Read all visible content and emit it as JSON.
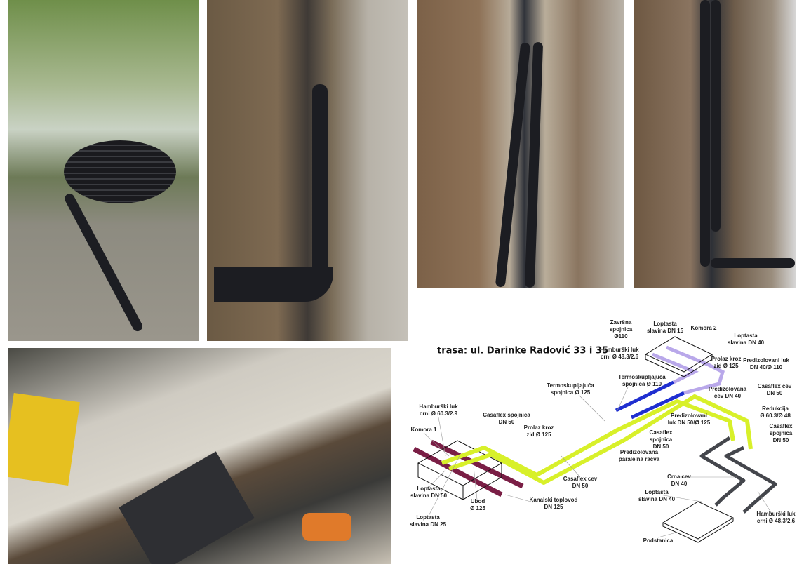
{
  "photos": [
    {
      "name": "worker-unrolling-pipe-coil"
    },
    {
      "name": "pipes-in-trench"
    },
    {
      "name": "trench-with-two-pipes"
    },
    {
      "name": "pipe-connection-in-trench"
    },
    {
      "name": "tools-at-work-site"
    }
  ],
  "diagram": {
    "title": "trasa: ul. Darinke Radović 33 i 35",
    "colors": {
      "casaflex": "#d8f02a",
      "predizolovana": "#1f2fd0",
      "crna": "#44464c",
      "kanalski": "#7a1e45",
      "komora2": "#b9a8ea"
    },
    "labels": [
      {
        "l1": "Završna",
        "l2": "spojnica",
        "l3": "Ø110"
      },
      {
        "l1": "Loptasta",
        "l2": "slavina DN 15"
      },
      {
        "l1": "Komora 2"
      },
      {
        "l1": "Loptasta",
        "l2": "slavina DN 40"
      },
      {
        "l1": "Hamburški luk",
        "l2": "crni Ø 48.3/2.6"
      },
      {
        "l1": "Prolaz kroz",
        "l2": "zid Ø 125"
      },
      {
        "l1": "Predizolovani luk",
        "l2": "DN 40/Ø 110"
      },
      {
        "l1": "Termoskupljajuća",
        "l2": "spojnica Ø 110"
      },
      {
        "l1": "Termoskupljajuća",
        "l2": "spojnica Ø 125"
      },
      {
        "l1": "Predizolovana",
        "l2": "cev DN 40"
      },
      {
        "l1": "Casaflex cev",
        "l2": "DN 50"
      },
      {
        "l1": "Redukcija",
        "l2": "Ø 60.3/Ø 48"
      },
      {
        "l1": "Predizolovani",
        "l2": "luk DN 50/Ø 125"
      },
      {
        "l1": "Casaflex",
        "l2": "spojnica",
        "l3": "DN 50"
      },
      {
        "l1": "Casaflex",
        "l2": "spojnica",
        "l3": "DN 50"
      },
      {
        "l1": "Predizolovana",
        "l2": "paralelna račva"
      },
      {
        "l1": "Hamburški luk",
        "l2": "crni Ø 60.3/2.9"
      },
      {
        "l1": "Casaflex spojnica",
        "l2": "DN 50"
      },
      {
        "l1": "Prolaz kroz",
        "l2": "zid Ø 125"
      },
      {
        "l1": "Komora 1"
      },
      {
        "l1": "Crna cev",
        "l2": "DN 40"
      },
      {
        "l1": "Loptasta",
        "l2": "slavina DN 40"
      },
      {
        "l1": "Hamburški luk",
        "l2": "crni Ø 48.3/2.6"
      },
      {
        "l1": "Casaflex cev",
        "l2": "DN 50"
      },
      {
        "l1": "Loptasta",
        "l2": "slavina DN 50"
      },
      {
        "l1": "Ubod",
        "l2": "Ø 125"
      },
      {
        "l1": "Kanalski toplovod",
        "l2": "DN 125"
      },
      {
        "l1": "Loptasta",
        "l2": "slavina DN 25"
      },
      {
        "l1": "Podstanica"
      }
    ]
  }
}
